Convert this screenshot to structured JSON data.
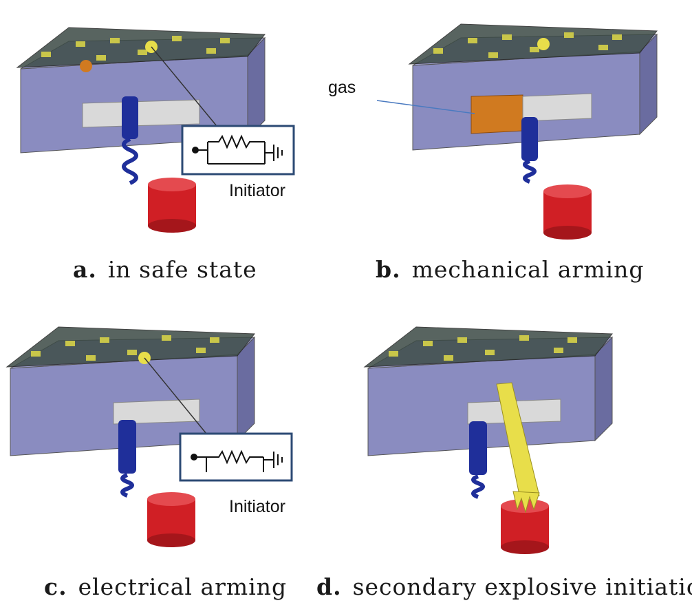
{
  "panels": [
    {
      "letter": "a.",
      "caption": "in safe state"
    },
    {
      "letter": "b.",
      "caption": "mechanical arming"
    },
    {
      "letter": "c.",
      "caption": "electrical arming"
    },
    {
      "letter": "d.",
      "caption": "secondary explosive initiation"
    }
  ],
  "labels": {
    "initiator_a": "Initiator",
    "initiator_c": "Initiator",
    "gas": "gas"
  },
  "colors": {
    "body": "#8a8cc0",
    "body_dark": "#6a6ca0",
    "board": "#3b4a45",
    "pads": "#c9c64a",
    "pin": "#1f2f9a",
    "cap": "#d01f25",
    "gas": "#d07a20",
    "flame": "#e8de4a",
    "slot": "#d9d9d9"
  }
}
